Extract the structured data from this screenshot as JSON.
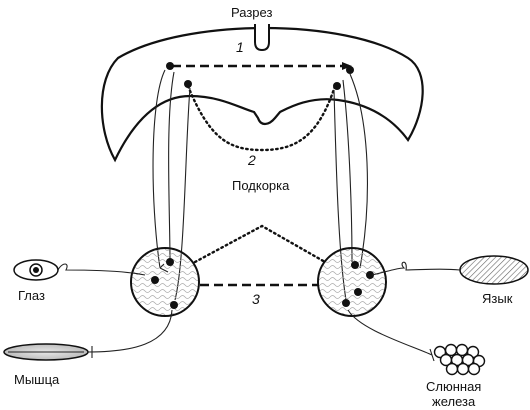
{
  "labels": {
    "cut": "Разрез",
    "subcortex": "Подкорка",
    "eye": "Глаз",
    "muscle": "Мышца",
    "tongue": "Язык",
    "salivary_gland_line1": "Слюнная",
    "salivary_gland_line2": "железа"
  },
  "path_numbers": {
    "cortical": "1",
    "subcortical_loop": "2",
    "lower": "3"
  }
}
